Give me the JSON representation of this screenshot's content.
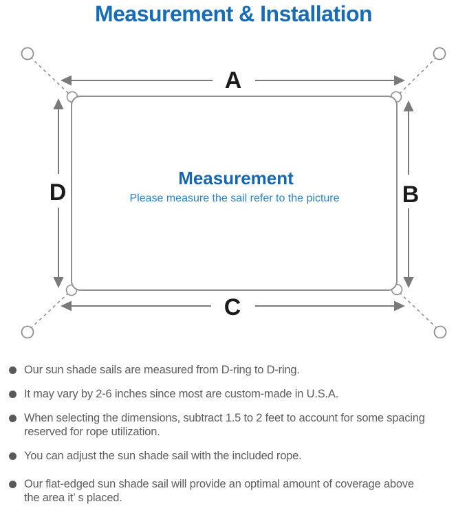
{
  "page": {
    "title": "Measurement & Installation"
  },
  "colors": {
    "title_blue": "#176cb5",
    "center_title_blue": "#1767b0",
    "subtitle_blue": "#2b80c3",
    "dimension_label_black": "#1b1b1b",
    "line_gray": "#8f8f8f",
    "arrow_gray": "#7a7a7a",
    "note_text_gray": "#5d5d5d"
  },
  "diagram": {
    "center_title": "Measurement",
    "center_subtitle": "Please measure the sail refer to the picture",
    "dimension_labels": {
      "top": "A",
      "right": "B",
      "bottom": "C",
      "left": "D"
    },
    "icons": {
      "d_ring": "small open circle at each sail corner",
      "anchor_point": "open circle at rope end",
      "rope": "diagonal dashed line",
      "dimension_arrow": "double-headed gray arrow"
    }
  },
  "notes": {
    "bullet_icon": "filled-gray-circle",
    "items": [
      "Our sun shade sails are measured from D-ring to D-ring.",
      "It may vary by 2-6 inches since most are custom-made in U.S.A.",
      "When selecting the dimensions, subtract 1.5 to 2 feet to account for some spacing\nreserved for rope utilization.",
      "You can adjust the sun shade sail with the included rope.",
      "Our flat-edged sun shade sail will provide an optimal amount of coverage above\nthe area it’ s placed."
    ]
  }
}
